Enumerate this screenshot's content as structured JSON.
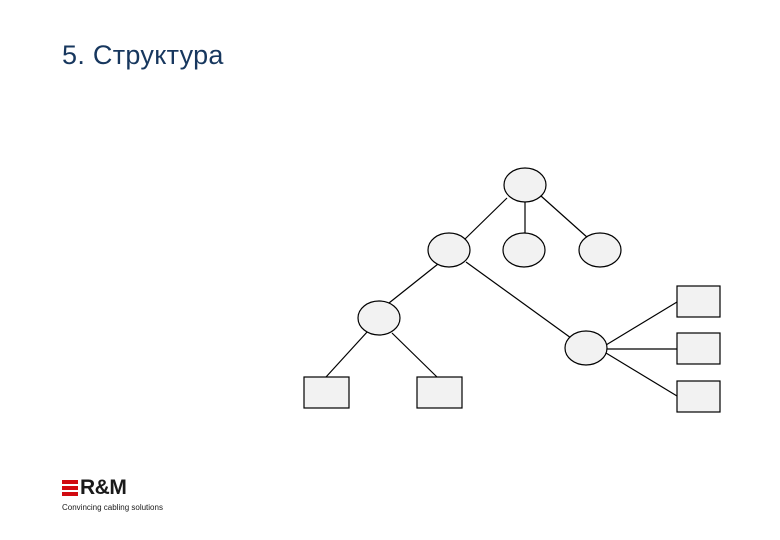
{
  "slide": {
    "title": "5. Структура"
  },
  "diagram": {
    "type": "tree",
    "root": {
      "shape": "ellipse",
      "children": [
        {
          "shape": "ellipse",
          "children": [
            {
              "shape": "ellipse",
              "children": [
                {
                  "shape": "rectangle"
                },
                {
                  "shape": "rectangle"
                }
              ]
            },
            {
              "shape": "ellipse",
              "children": [
                {
                  "shape": "rectangle"
                },
                {
                  "shape": "rectangle"
                },
                {
                  "shape": "rectangle"
                }
              ]
            }
          ]
        },
        {
          "shape": "ellipse"
        },
        {
          "shape": "ellipse"
        }
      ]
    }
  },
  "logo": {
    "brand": "R&M",
    "tagline": "Convincing cabling solutions",
    "accent_color": "#d10a11"
  }
}
